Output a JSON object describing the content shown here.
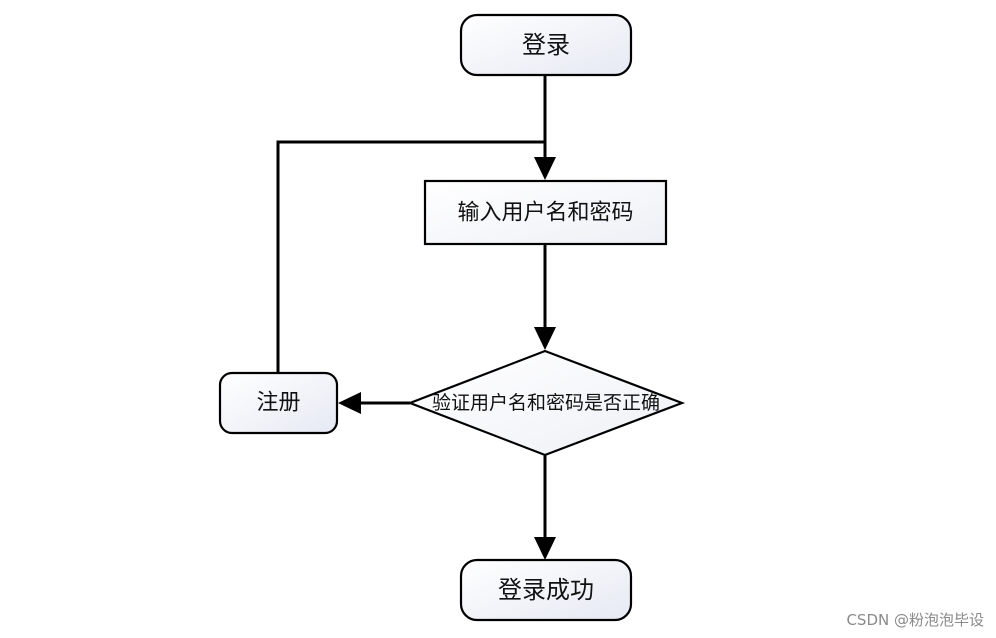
{
  "diagram": {
    "nodes": {
      "login": "登录",
      "input": "输入用户名和密码",
      "verify": "验证用户名和密码是否正确",
      "register": "注册",
      "success": "登录成功"
    }
  },
  "watermark": "CSDN @粉泡泡毕设",
  "colors": {
    "stroke": "#000000",
    "node_fill_light": "#ffffff",
    "node_fill_shade": "#e8ebf4"
  }
}
